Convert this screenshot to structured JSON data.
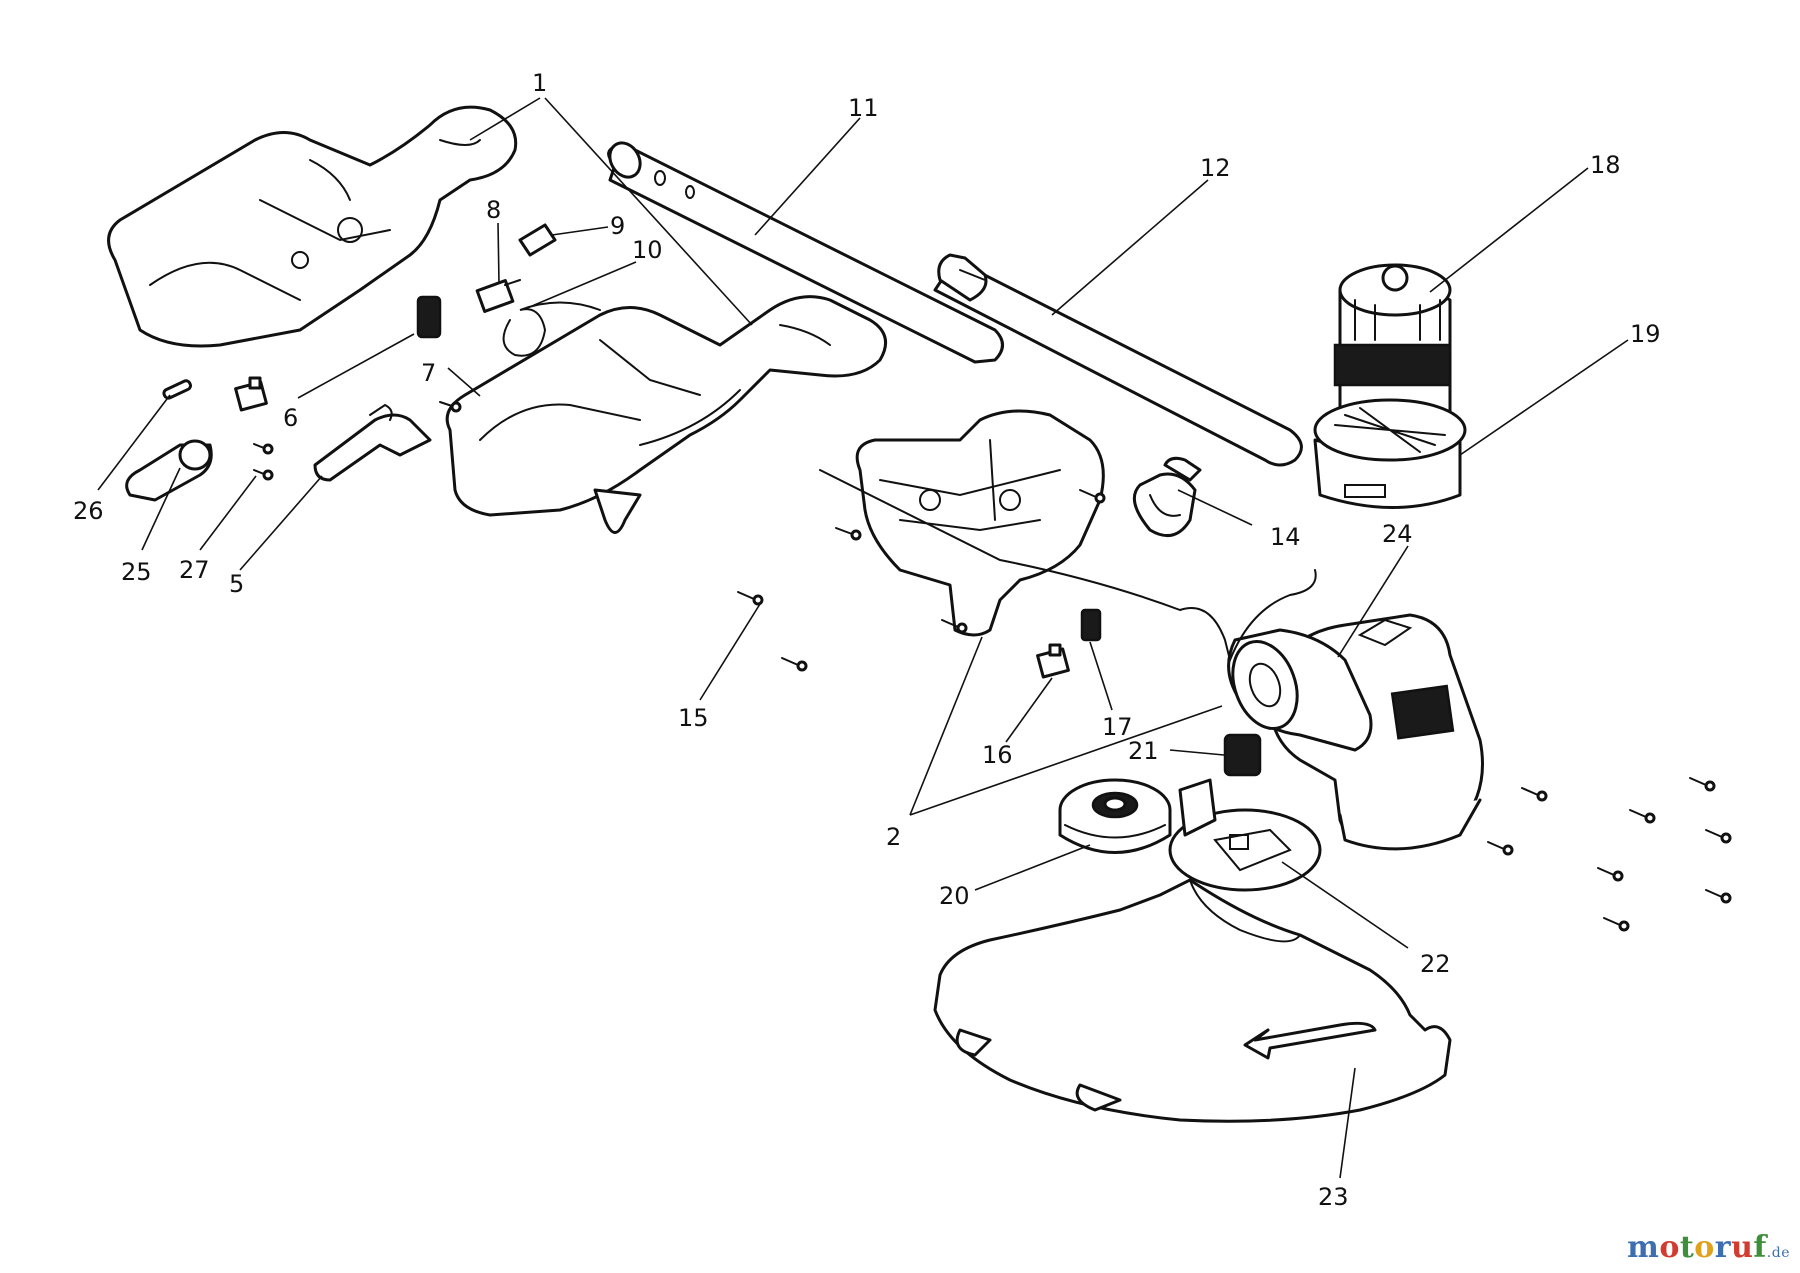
{
  "diagram": {
    "callouts": [
      "1",
      "2",
      "5",
      "6",
      "7",
      "8",
      "9",
      "10",
      "11",
      "12",
      "14",
      "15",
      "16",
      "17",
      "18",
      "19",
      "20",
      "21",
      "22",
      "23",
      "24",
      "25",
      "26",
      "27"
    ]
  },
  "brand": {
    "letters": [
      "m",
      "o",
      "t",
      "o",
      "r",
      "u",
      "f"
    ],
    "suffix": ".de",
    "colors": [
      "#3d6fb0",
      "#d23b2f",
      "#3d8f3a",
      "#e0a21d",
      "#3d6fb0",
      "#d23b2f",
      "#3d8f3a"
    ]
  }
}
